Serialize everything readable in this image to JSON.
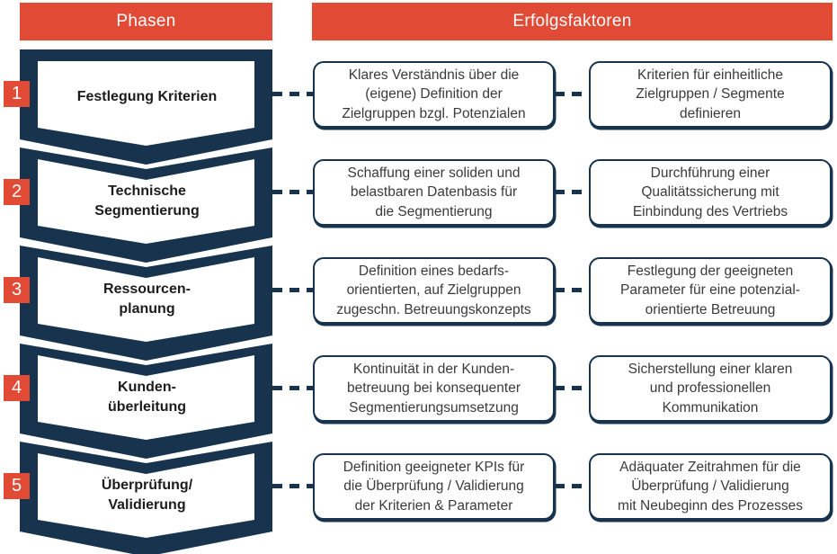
{
  "headers": {
    "phases_label": "Phasen",
    "factors_label": "Erfolgsfaktoren"
  },
  "colors": {
    "accent_red": "#E14B35",
    "navy": "#17334E",
    "box_text": "#3A3A3A"
  },
  "phases": [
    {
      "number": "1",
      "label_lines": [
        "Festlegung Kriterien"
      ],
      "factor1_lines": [
        "Klares Verständnis über die",
        "(eigene) Definition der",
        "Zielgruppen bzgl. Potenzialen"
      ],
      "factor2_lines": [
        "Kriterien für einheitliche",
        "Zielgruppen / Segmente",
        "definieren"
      ]
    },
    {
      "number": "2",
      "label_lines": [
        "Technische",
        "Segmentierung"
      ],
      "factor1_lines": [
        "Schaffung einer soliden und",
        "belastbaren Datenbasis für",
        "die Segmentierung"
      ],
      "factor2_lines": [
        "Durchführung einer",
        "Qualitätssicherung mit",
        "Einbindung des Vertriebs"
      ]
    },
    {
      "number": "3",
      "label_lines": [
        "Ressourcen-",
        "planung"
      ],
      "factor1_lines": [
        "Definition eines bedarfs-",
        "orientierten, auf Zielgruppen",
        "zugeschn. Betreuungskonzepts"
      ],
      "factor2_lines": [
        "Festlegung der geeigneten",
        "Parameter für eine potenzial-",
        "orientierte Betreuung"
      ]
    },
    {
      "number": "4",
      "label_lines": [
        "Kunden-",
        "überleitung"
      ],
      "factor1_lines": [
        "Kontinuität in der Kunden-",
        "betreuung bei konsequenter",
        "Segmentierungsumsetzung"
      ],
      "factor2_lines": [
        "Sicherstellung einer klaren",
        "und professionellen",
        "Kommunikation"
      ]
    },
    {
      "number": "5",
      "label_lines": [
        "Überprüfung/",
        "Validierung"
      ],
      "factor1_lines": [
        "Definition geeigneter KPIs für",
        "die Überprüfung / Validierung",
        "der Kriterien & Parameter"
      ],
      "factor2_lines": [
        "Adäquater Zeitrahmen für die",
        "Überprüfung / Validierung",
        "mit Neubeginn des Prozesses"
      ]
    }
  ]
}
